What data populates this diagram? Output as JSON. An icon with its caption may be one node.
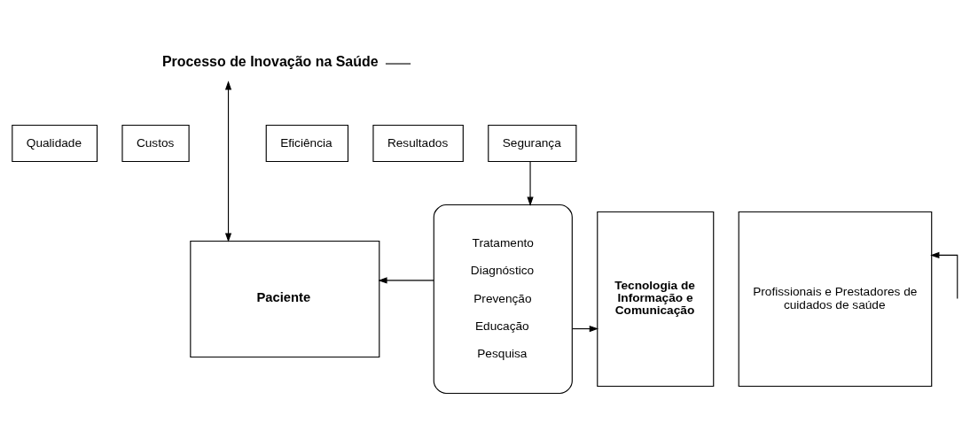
{
  "diagram": {
    "nodes": [
      {
        "text": [
          "Processo de Inovação na Saúde"
        ]
      },
      {
        "text": [
          "Qualidade"
        ]
      },
      {
        "text": [
          "Custos"
        ]
      },
      {
        "text": [
          "Segurança"
        ]
      },
      {
        "text": [
          "Eficiência"
        ]
      },
      {
        "text": [
          "Resultados"
        ]
      },
      {
        "text": [
          "Tratamento",
          "Diagnóstico",
          "Prevenção",
          "Educação",
          "Pesquisa"
        ]
      },
      {
        "text": [
          "Paciente"
        ]
      },
      {
        "text": [
          "Tecnologia de Informação e Comunicação"
        ]
      },
      {
        "text": [
          "Profissionais e Prestadores de cuidados de saúde"
        ]
      }
    ],
    "edges": [
      {
        "from": 3,
        "to": 6,
        "arrow": "to"
      },
      {
        "from": 6,
        "to": 7,
        "arrow": "to"
      },
      {
        "from": 6,
        "to": 8,
        "arrow": "to"
      },
      {
        "from": null,
        "to": 9,
        "arrow": "to"
      },
      {
        "from": 0,
        "to": 7,
        "arrow": "both"
      },
      {
        "from": 0,
        "to": null,
        "arrow": "none"
      }
    ]
  }
}
